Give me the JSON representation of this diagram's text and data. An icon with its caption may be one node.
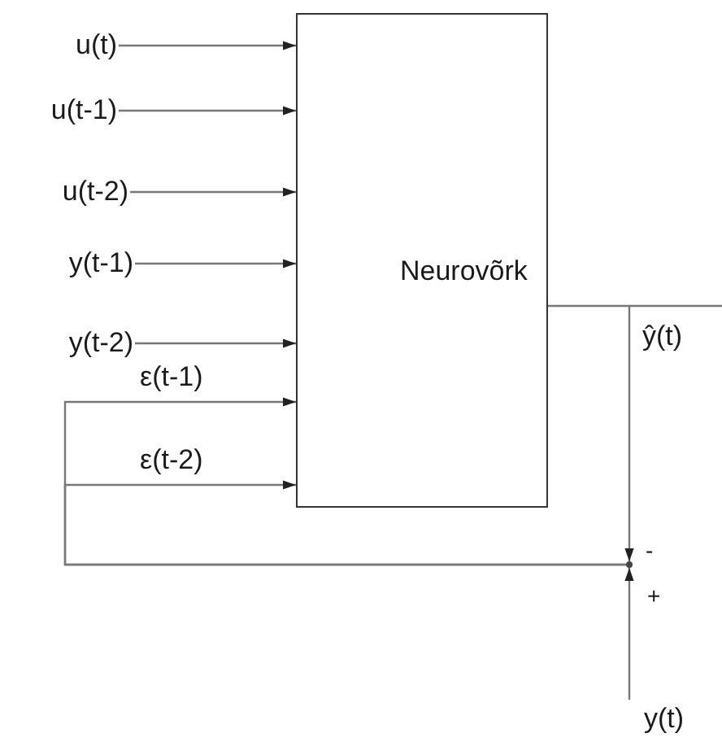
{
  "diagram": {
    "nodes": [
      {
        "text": [
          "Neurovõrk"
        ]
      },
      {
        "text": [
          "u(t)"
        ]
      },
      {
        "text": [
          "u(t-1)"
        ]
      },
      {
        "text": [
          "u(t-2)"
        ]
      },
      {
        "text": [
          "y(t-1)"
        ]
      },
      {
        "text": [
          "y(t-2)"
        ]
      },
      {
        "text": [
          "y(t)"
        ]
      },
      {
        "text": [],
        "shape": "circle"
      }
    ],
    "edges": [
      {
        "from": 1,
        "to": 0,
        "arrow": "to"
      },
      {
        "from": 2,
        "to": 0,
        "arrow": "to"
      },
      {
        "from": 3,
        "to": 0,
        "arrow": "to"
      },
      {
        "from": 4,
        "to": 0,
        "arrow": "to"
      },
      {
        "from": 5,
        "to": 0,
        "arrow": "to"
      },
      {
        "from": 7,
        "to": 0,
        "label": "ε(t-1)",
        "arrow": "to"
      },
      {
        "from": 7,
        "to": 0,
        "label": "ε(t-2)",
        "arrow": "to"
      },
      {
        "from": 0,
        "to": 7,
        "label": "ŷ(t)",
        "arrow": "to"
      },
      {
        "from": 6,
        "to": 7,
        "arrow": "to"
      }
    ],
    "labels": [
      "-",
      "+"
    ]
  }
}
